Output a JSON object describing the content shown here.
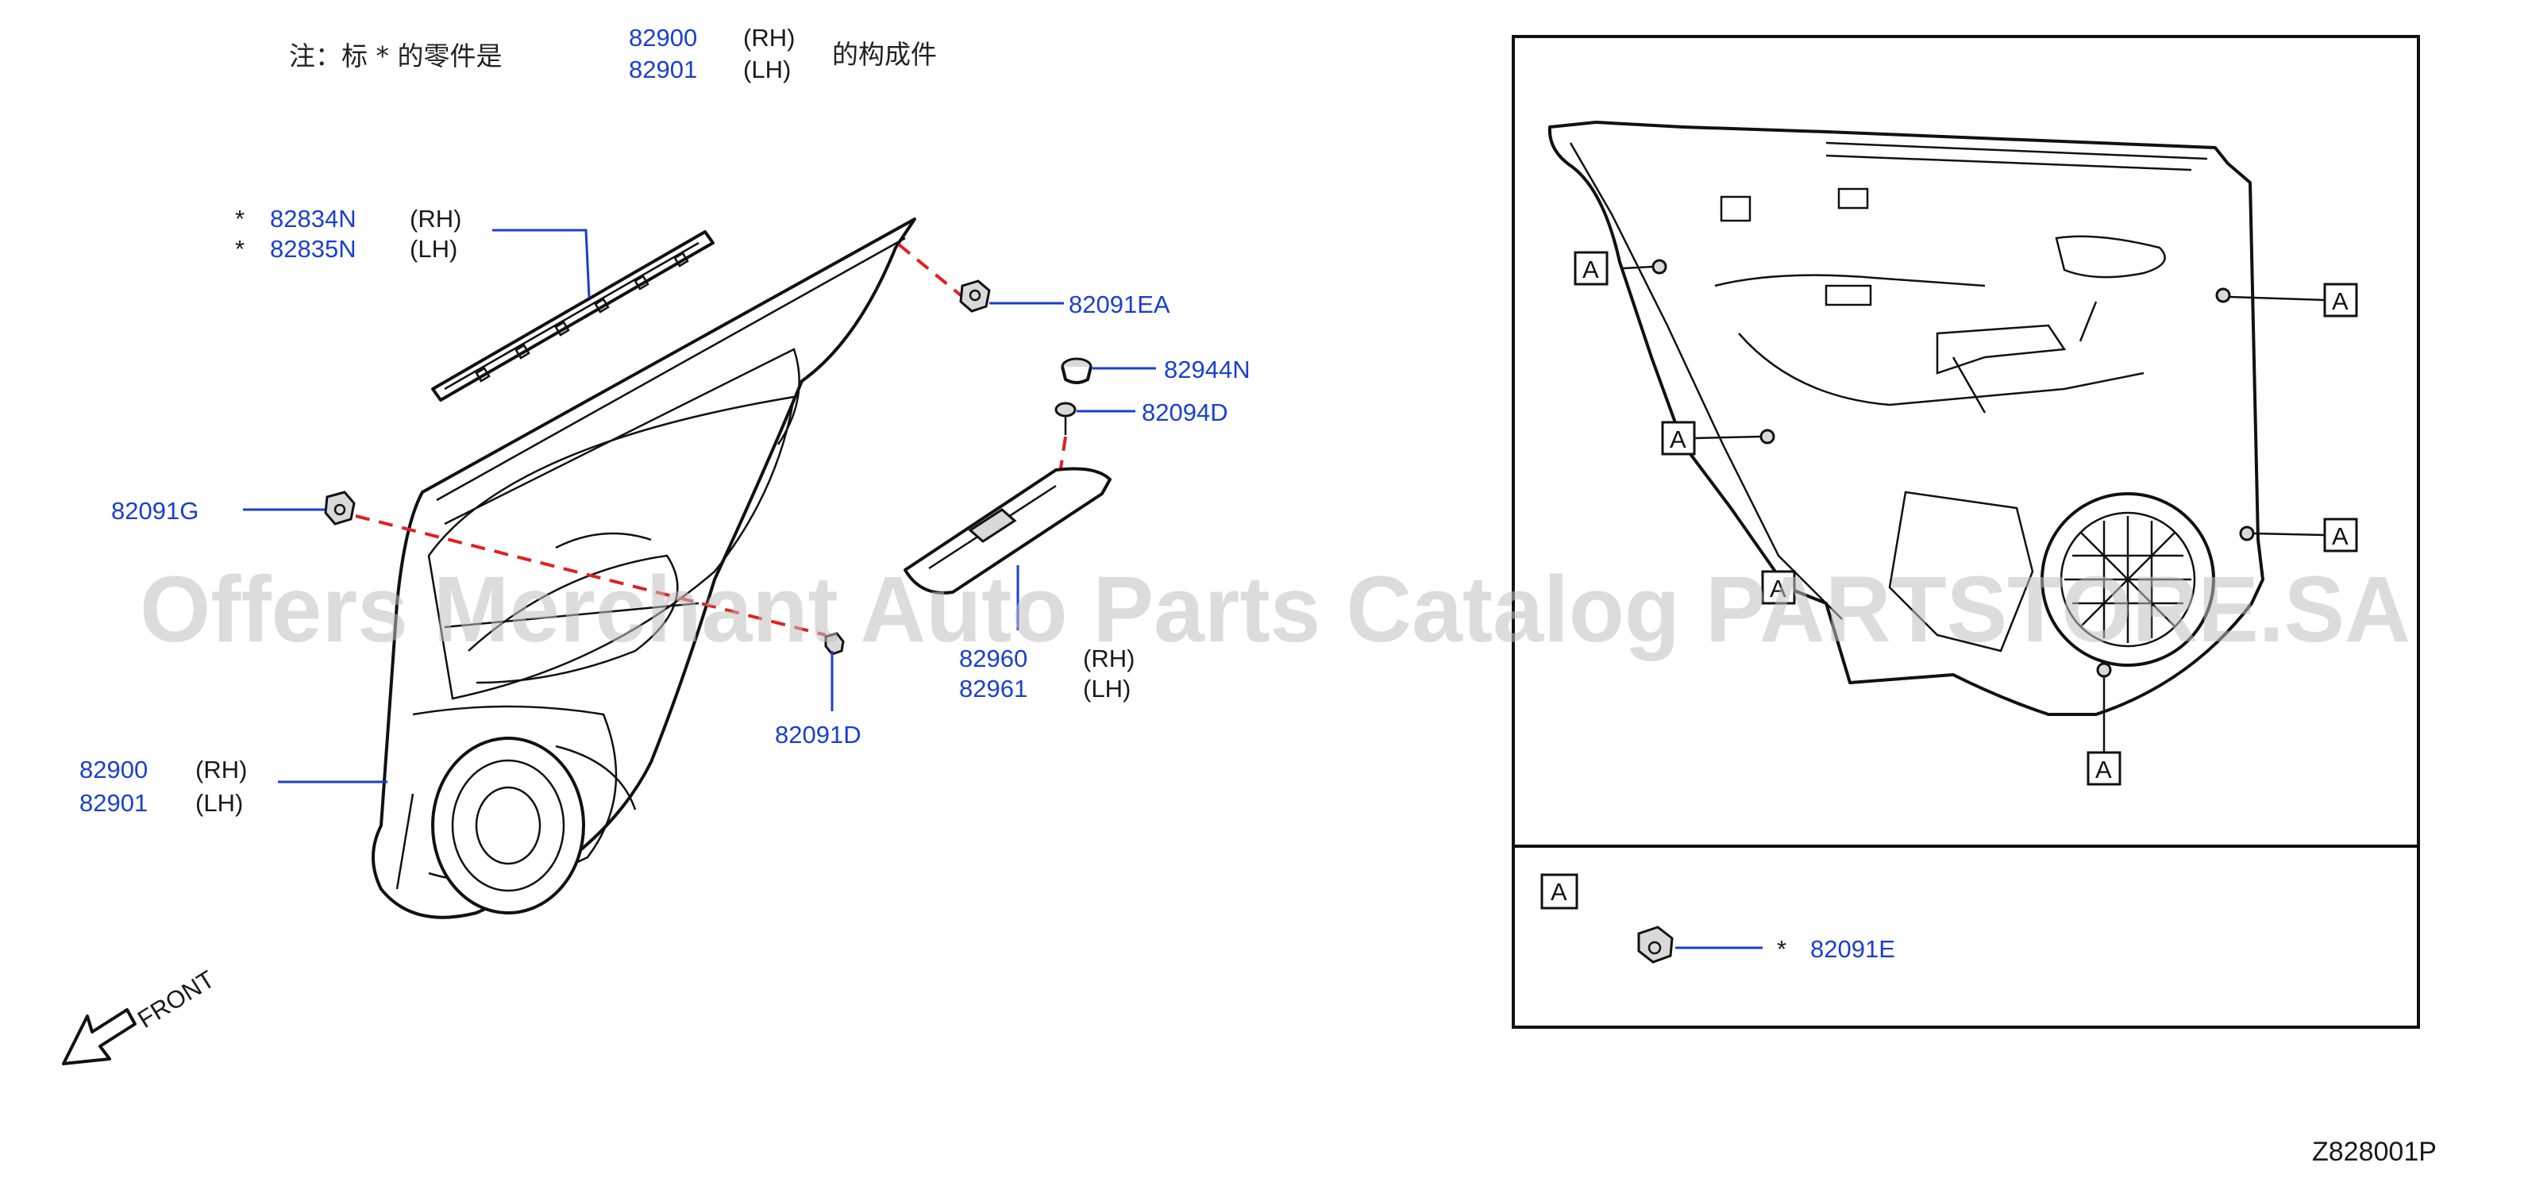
{
  "note": {
    "prefix": "注：标 *  的零件是",
    "suffix": "的构成件",
    "part_rh": "82900",
    "part_lh": "82901",
    "rh": "(RH)",
    "lh": "(LH)"
  },
  "callouts": {
    "finisher_rh": {
      "star": "*",
      "part": "82834N",
      "side": "(RH)"
    },
    "finisher_lh": {
      "star": "*",
      "part": "82835N",
      "side": "(LH)"
    },
    "clip_ea": "82091EA",
    "cap_n": "82944N",
    "screw_d": "82094D",
    "clip_g": "82091G",
    "switch_rh": {
      "part": "82960",
      "side": "(RH)"
    },
    "switch_lh": {
      "part": "82961",
      "side": "(LH)"
    },
    "clip_d": "82091D",
    "trim_rh": {
      "part": "82900",
      "side": "(RH)"
    },
    "trim_lh": {
      "part": "82901",
      "side": "(LH)"
    },
    "front": "FRONT"
  },
  "detail": {
    "marker": "A",
    "clip_e": {
      "star": "*",
      "part": "82091E"
    }
  },
  "watermark": "Offers Merchant Auto Parts Catalog PARTSTORE.SA",
  "figure_code": "Z828001P",
  "colors": {
    "callout_blue": "#1a3fd1",
    "dash_red": "#e02020",
    "line_black": "#111111",
    "watermark_gray": "#bfbfbf"
  }
}
